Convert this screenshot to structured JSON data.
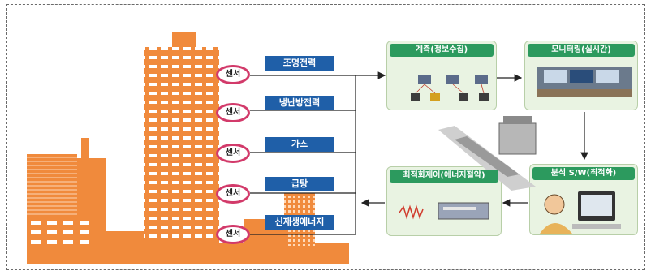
{
  "categories": [
    "조명전력",
    "냉난방전력",
    "가스",
    "급탕",
    "신재생에너지"
  ],
  "sensor_label": "센서",
  "panels": {
    "measure": "계측(정보수집)",
    "monitor": "모니터링(실시간)",
    "analysis": "분석 S/W(최적화)",
    "control": "최적화제어(에너지절약)"
  },
  "colors": {
    "building": "#f08a3c",
    "building_dark": "#e06f22",
    "label_bg": "#1f5fa8",
    "sensor_ring": "#d23a6a",
    "panel_header": "#2c9a5e",
    "panel_bg": "#e9f3e2"
  }
}
